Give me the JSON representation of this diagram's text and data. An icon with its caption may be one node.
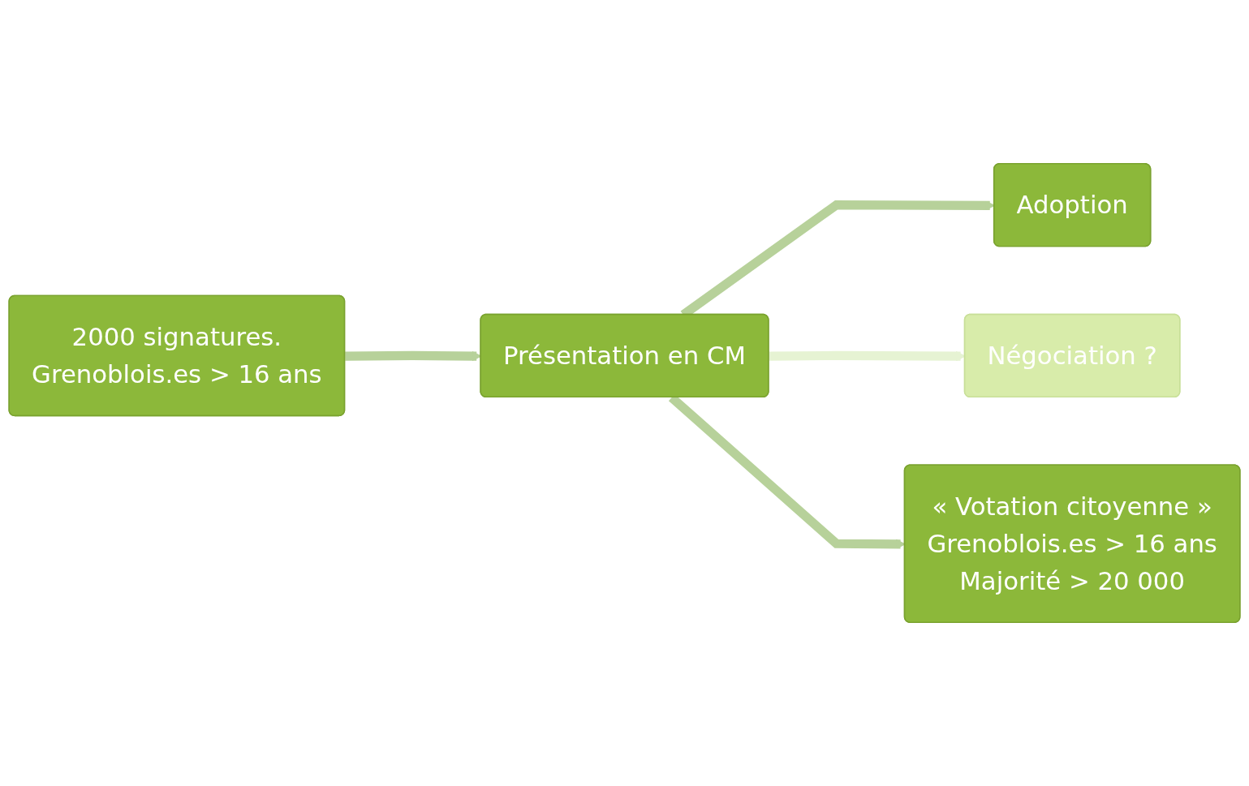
{
  "diagram": {
    "nodes": [
      {
        "text": [
          "2000 signatures.",
          "Grenoblois.es > 16 ans"
        ]
      },
      {
        "text": [
          "Présentation en CM"
        ]
      },
      {
        "text": [
          "Adoption"
        ]
      },
      {
        "text": [
          "Négociation ?"
        ]
      },
      {
        "text": [
          "« Votation citoyenne »",
          "Grenoblois.es > 16 ans",
          "Majorité > 20 000"
        ]
      }
    ],
    "edges": [
      {
        "from": 0,
        "to": 1,
        "arrow": "to"
      },
      {
        "from": 1,
        "to": 2,
        "arrow": "to"
      },
      {
        "from": 1,
        "to": 3,
        "arrow": "to",
        "color": "#e6f3d3"
      },
      {
        "from": 1,
        "to": 4,
        "arrow": "to"
      }
    ]
  }
}
